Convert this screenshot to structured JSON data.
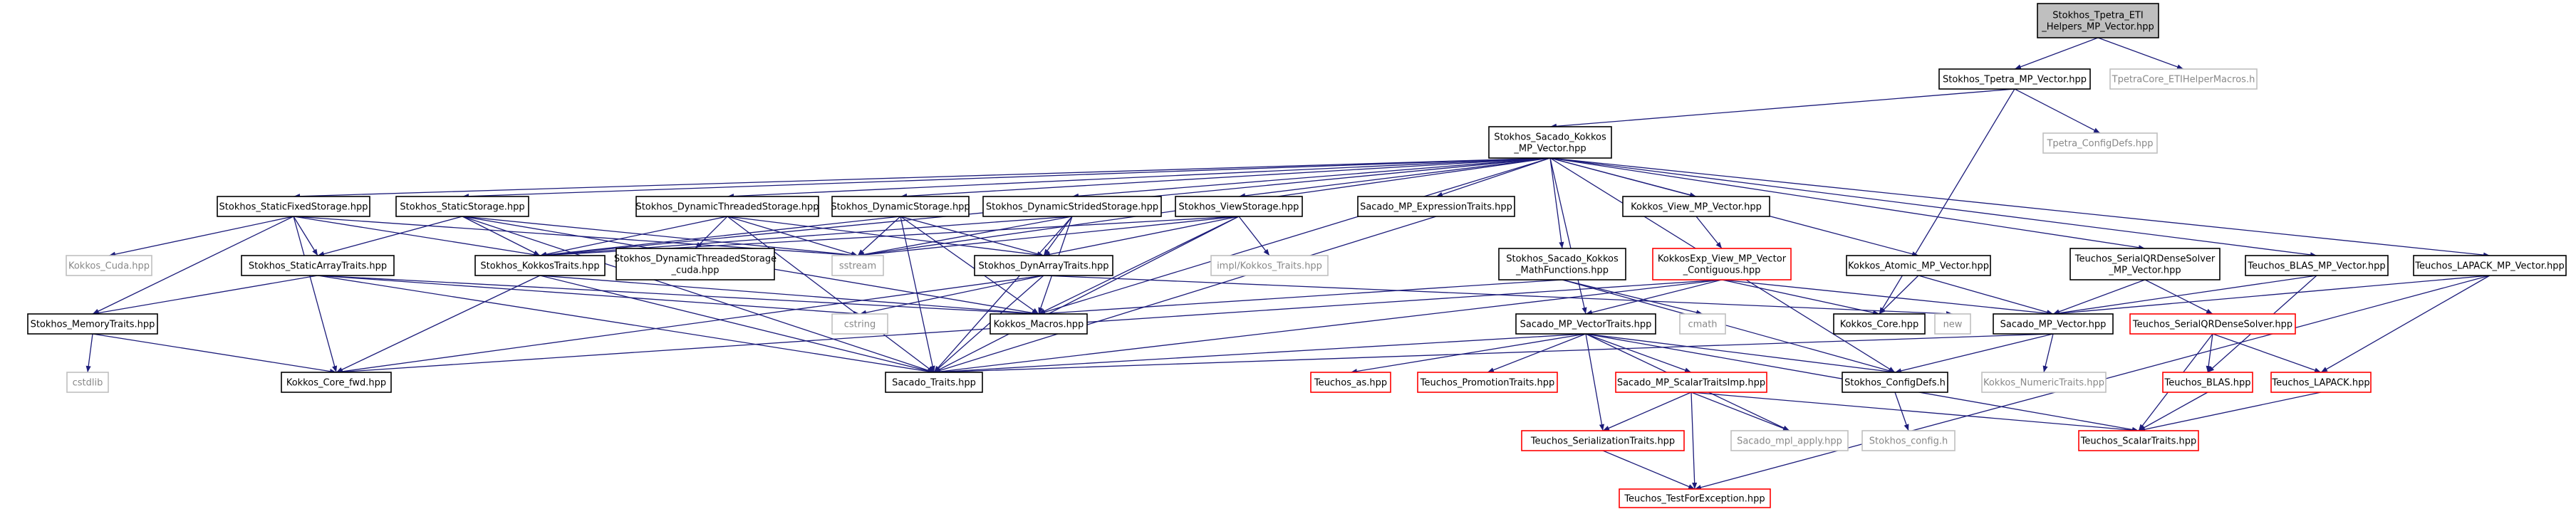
{
  "colors": {
    "edge": "#1c1c7a",
    "focus_fill": "#bfbfbf",
    "documented_border": "#000000",
    "undocumented_border": "#bfbfbf",
    "incomplete_border": "#ff0000",
    "text": "#000000",
    "muted_text": "#888888"
  },
  "nodes": {
    "n_root": {
      "lines": [
        "Stokhos_Tpetra_ETI",
        "_Helpers_MP_Vector.hpp"
      ],
      "kind": "focus"
    },
    "n_tpmpv": {
      "lines": [
        "Stokhos_Tpetra_MP_Vector.hpp"
      ],
      "kind": "documented"
    },
    "n_tpcore": {
      "lines": [
        "TpetraCore_ETIHelperMacros.h"
      ],
      "kind": "undocumented"
    },
    "n_skmpv": {
      "lines": [
        "Stokhos_Sacado_Kokkos",
        "_MP_Vector.hpp"
      ],
      "kind": "documented"
    },
    "n_tpcfg": {
      "lines": [
        "Tpetra_ConfigDefs.hpp"
      ],
      "kind": "undocumented"
    },
    "n_sfs": {
      "lines": [
        "Stokhos_StaticFixedStorage.hpp"
      ],
      "kind": "documented"
    },
    "n_ss": {
      "lines": [
        "Stokhos_StaticStorage.hpp"
      ],
      "kind": "documented"
    },
    "n_dts": {
      "lines": [
        "Stokhos_DynamicThreadedStorage.hpp"
      ],
      "kind": "documented"
    },
    "n_ds": {
      "lines": [
        "Stokhos_DynamicStorage.hpp"
      ],
      "kind": "documented"
    },
    "n_dss": {
      "lines": [
        "Stokhos_DynamicStridedStorage.hpp"
      ],
      "kind": "documented"
    },
    "n_vs": {
      "lines": [
        "Stokhos_ViewStorage.hpp"
      ],
      "kind": "documented"
    },
    "n_mpet": {
      "lines": [
        "Sacado_MP_ExpressionTraits.hpp"
      ],
      "kind": "documented"
    },
    "n_kvmp": {
      "lines": [
        "Kokkos_View_MP_Vector.hpp"
      ],
      "kind": "documented"
    },
    "n_kcuda": {
      "lines": [
        "Kokkos_Cuda.hpp"
      ],
      "kind": "undocumented"
    },
    "n_sat": {
      "lines": [
        "Stokhos_StaticArrayTraits.hpp"
      ],
      "kind": "documented"
    },
    "n_kt": {
      "lines": [
        "Stokhos_KokkosTraits.hpp"
      ],
      "kind": "documented"
    },
    "n_dtsc": {
      "lines": [
        "Stokhos_DynamicThreadedStorage",
        "_cuda.hpp"
      ],
      "kind": "documented"
    },
    "n_sstream": {
      "lines": [
        "sstream"
      ],
      "kind": "undocumented"
    },
    "n_dat": {
      "lines": [
        "Stokhos_DynArrayTraits.hpp"
      ],
      "kind": "documented"
    },
    "n_kkt": {
      "lines": [
        "impl/Kokkos_Traits.hpp"
      ],
      "kind": "undocumented"
    },
    "n_skmf": {
      "lines": [
        "Stokhos_Sacado_Kokkos",
        "_MathFunctions.hpp"
      ],
      "kind": "documented"
    },
    "n_kevc": {
      "lines": [
        "KokkosExp_View_MP_Vector",
        "_Contiguous.hpp"
      ],
      "kind": "incomplete"
    },
    "n_kamp": {
      "lines": [
        "Kokkos_Atomic_MP_Vector.hpp"
      ],
      "kind": "documented"
    },
    "n_tsqr": {
      "lines": [
        "Teuchos_SerialQRDenseSolver",
        "_MP_Vector.hpp"
      ],
      "kind": "documented"
    },
    "n_tblasmp": {
      "lines": [
        "Teuchos_BLAS_MP_Vector.hpp"
      ],
      "kind": "documented"
    },
    "n_tlapmp": {
      "lines": [
        "Teuchos_LAPACK_MP_Vector.hpp"
      ],
      "kind": "documented"
    },
    "n_smt": {
      "lines": [
        "Stokhos_MemoryTraits.hpp"
      ],
      "kind": "documented"
    },
    "n_cstring": {
      "lines": [
        "cstring"
      ],
      "kind": "undocumented"
    },
    "n_kmac": {
      "lines": [
        "Kokkos_Macros.hpp"
      ],
      "kind": "documented"
    },
    "n_cmath": {
      "lines": [
        "cmath"
      ],
      "kind": "undocumented"
    },
    "n_mpvt": {
      "lines": [
        "Sacado_MP_VectorTraits.hpp"
      ],
      "kind": "documented"
    },
    "n_kcore": {
      "lines": [
        "Kokkos_Core.hpp"
      ],
      "kind": "documented"
    },
    "n_new": {
      "lines": [
        "new"
      ],
      "kind": "undocumented"
    },
    "n_mpv": {
      "lines": [
        "Sacado_MP_Vector.hpp"
      ],
      "kind": "documented"
    },
    "n_tsqrd": {
      "lines": [
        "Teuchos_SerialQRDenseSolver.hpp"
      ],
      "kind": "incomplete"
    },
    "n_cstdlib": {
      "lines": [
        "cstdlib"
      ],
      "kind": "undocumented"
    },
    "n_kcfwd": {
      "lines": [
        "Kokkos_Core_fwd.hpp"
      ],
      "kind": "documented"
    },
    "n_strait": {
      "lines": [
        "Sacado_Traits.hpp"
      ],
      "kind": "documented"
    },
    "n_tas": {
      "lines": [
        "Teuchos_as.hpp"
      ],
      "kind": "incomplete"
    },
    "n_tpt": {
      "lines": [
        "Teuchos_PromotionTraits.hpp"
      ],
      "kind": "incomplete"
    },
    "n_mpst": {
      "lines": [
        "Sacado_MP_ScalarTraitsImp.hpp"
      ],
      "kind": "incomplete"
    },
    "n_scd": {
      "lines": [
        "Stokhos_ConfigDefs.h"
      ],
      "kind": "documented"
    },
    "n_knt": {
      "lines": [
        "Kokkos_NumericTraits.hpp"
      ],
      "kind": "undocumented"
    },
    "n_tblas": {
      "lines": [
        "Teuchos_BLAS.hpp"
      ],
      "kind": "incomplete"
    },
    "n_tlap": {
      "lines": [
        "Teuchos_LAPACK.hpp"
      ],
      "kind": "incomplete"
    },
    "n_tser": {
      "lines": [
        "Teuchos_SerializationTraits.hpp"
      ],
      "kind": "incomplete"
    },
    "n_smpl": {
      "lines": [
        "Sacado_mpl_apply.hpp"
      ],
      "kind": "undocumented"
    },
    "n_tst": {
      "lines": [
        "Teuchos_ScalarTraits.hpp"
      ],
      "kind": "incomplete"
    },
    "n_scfg": {
      "lines": [
        "Stokhos_config.h"
      ],
      "kind": "undocumented"
    },
    "n_ttfe": {
      "lines": [
        "Teuchos_TestForException.hpp"
      ],
      "kind": "incomplete"
    }
  }
}
